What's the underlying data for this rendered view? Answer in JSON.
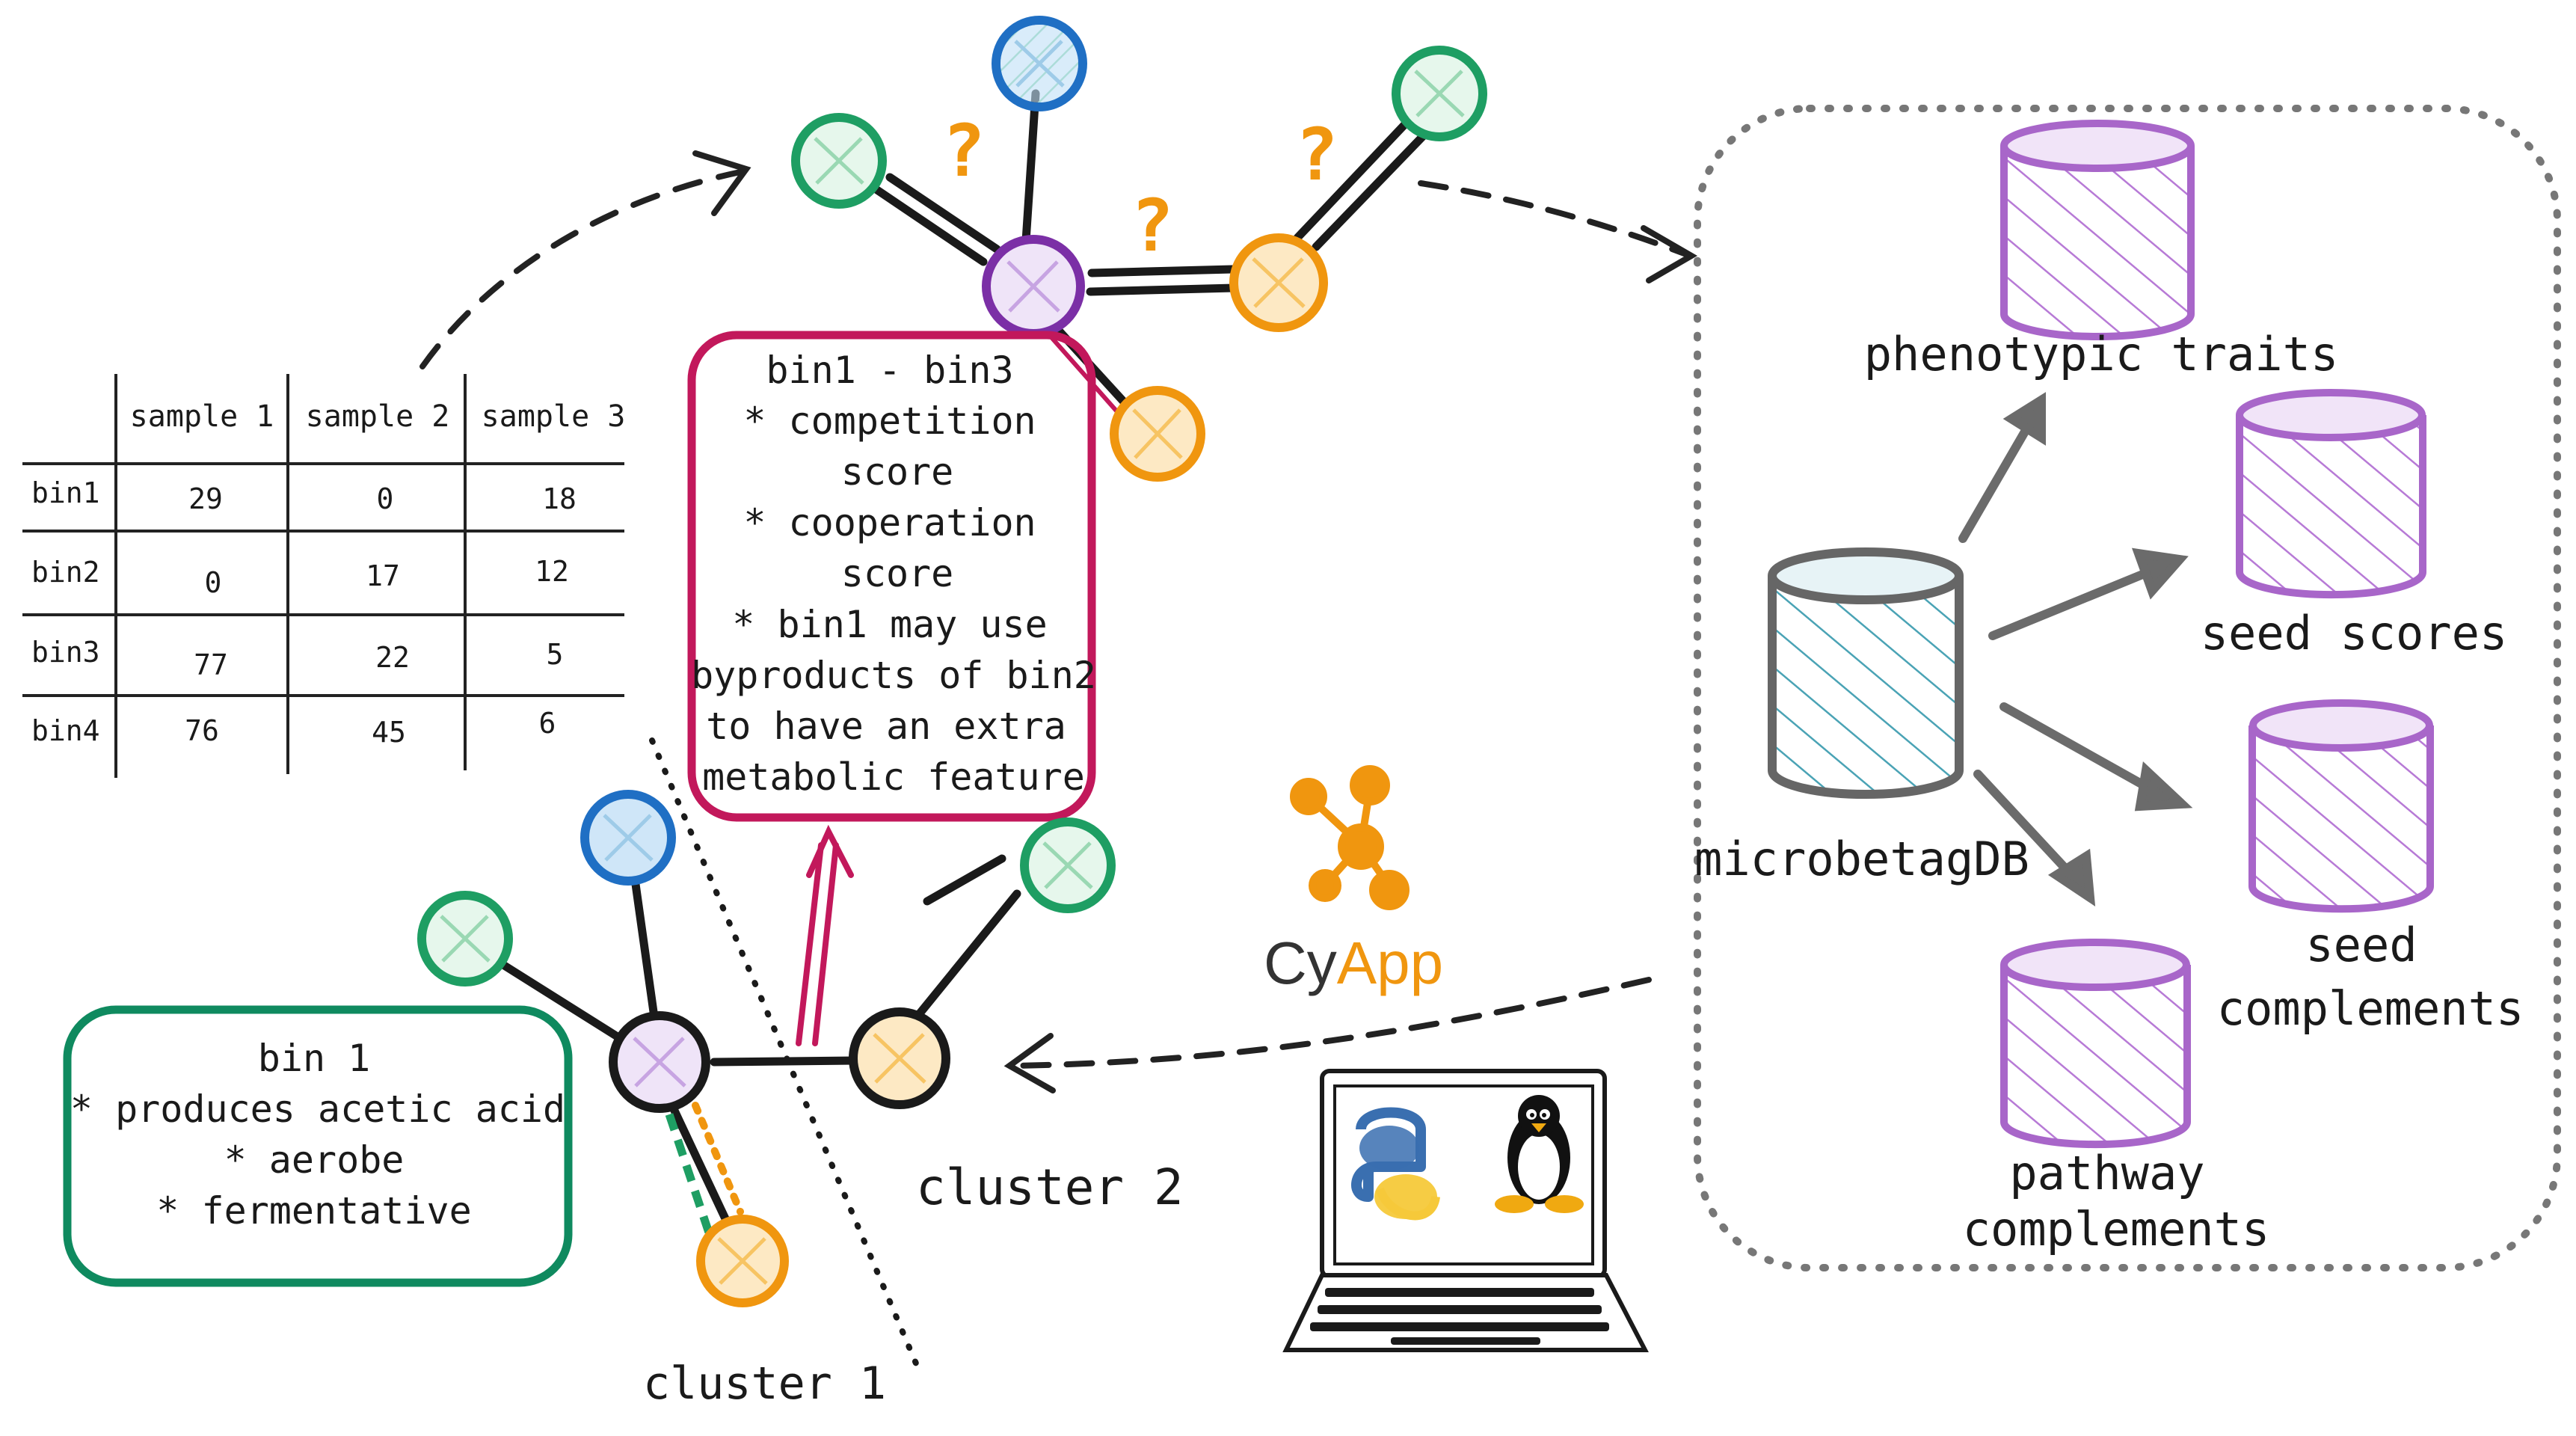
{
  "table": {
    "headers": [
      "sample 1",
      "sample 2",
      "sample 3"
    ],
    "rows": [
      {
        "label": "bin1",
        "values": [
          "29",
          "0",
          "18"
        ]
      },
      {
        "label": "bin2",
        "values": [
          "0",
          "17",
          "12"
        ]
      },
      {
        "label": "bin3",
        "values": [
          "77",
          "22",
          "5"
        ]
      },
      {
        "label": "bin4",
        "values": [
          "76",
          "45",
          "6"
        ]
      }
    ]
  },
  "pair_box": {
    "lines": [
      "bin1 - bin3",
      "* competition",
      "score",
      "* cooperation",
      "score",
      "* bin1 may use",
      "byproducts of bin2",
      "to have an extra",
      "metabolic feature"
    ],
    "color": "#c2185b"
  },
  "bin_box": {
    "lines": [
      "bin 1",
      "* produces acetic acid",
      "* aerobe",
      "* fermentative"
    ],
    "color": "#0f8a5f"
  },
  "clusters": {
    "cluster1": "cluster 1",
    "cluster2": "cluster 2"
  },
  "question_marks": [
    "?",
    "?",
    "?"
  ],
  "database": {
    "name": "microbetagDB",
    "outputs": [
      "phenotypic traits",
      "seed scores",
      "seed",
      "complements",
      "pathway",
      "complements"
    ]
  },
  "cyapp": {
    "part1": "Cy",
    "part2": "App"
  },
  "colors": {
    "green": "#1e9e63",
    "blue": "#1f6fc4",
    "purple": "#7b2fa6",
    "orange": "#f0960f",
    "db_purple": "#a866c9",
    "db_teal": "#4aa3b5",
    "magenta": "#c2185b"
  },
  "icons": [
    "laptop-icon",
    "linux-penguin-icon",
    "python-logo-icon",
    "cytoscape-logo-icon"
  ]
}
